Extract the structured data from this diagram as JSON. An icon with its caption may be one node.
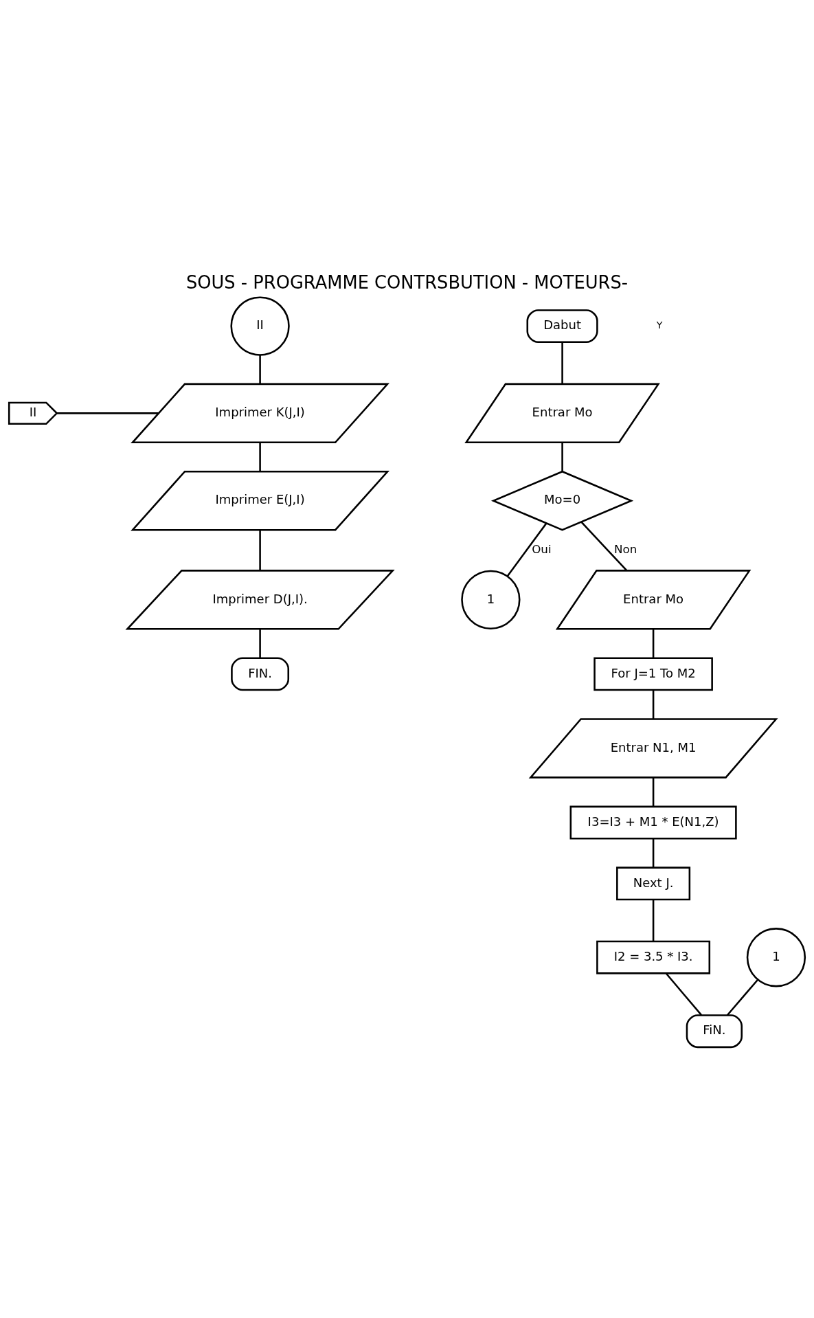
{
  "diagram": {
    "title": "SOUS - PROGRAMME CONTRSBUTION - MOTEURS-",
    "nodes": [
      {
        "text": [
          "II"
        ]
      },
      {
        "text": [
          "II"
        ]
      },
      {
        "text": [
          "Imprimer K(J,I)"
        ]
      },
      {
        "text": [
          "Imprimer E(J,I)"
        ]
      },
      {
        "text": [
          "Imprimer D(J,I)."
        ]
      },
      {
        "text": [
          "FIN."
        ]
      },
      {
        "text": [
          "Dabut"
        ]
      },
      {
        "text": [
          "Entrar Mo"
        ]
      },
      {
        "text": [
          "Mo=0"
        ]
      },
      {
        "text": [
          "1"
        ]
      },
      {
        "text": [
          "Entrar Mo"
        ]
      },
      {
        "text": [
          "For J=1 To M2"
        ]
      },
      {
        "text": [
          "Entrar N1, M1"
        ]
      },
      {
        "text": [
          "I3=I3 + M1 * E(N1,Z)"
        ]
      },
      {
        "text": [
          "Next J."
        ]
      },
      {
        "text": [
          "I2 = 3.5 * I3."
        ]
      },
      {
        "text": [
          "1"
        ]
      },
      {
        "text": [
          "FiN."
        ]
      }
    ],
    "edges": [
      {
        "from": 0,
        "to": 2,
        "arrow": "none"
      },
      {
        "from": 1,
        "to": 2,
        "arrow": "none"
      },
      {
        "from": 2,
        "to": 3,
        "arrow": "none"
      },
      {
        "from": 3,
        "to": 4,
        "arrow": "none"
      },
      {
        "from": 4,
        "to": 5,
        "arrow": "none"
      },
      {
        "from": 6,
        "to": 7,
        "arrow": "none"
      },
      {
        "from": 7,
        "to": 8,
        "arrow": "none"
      },
      {
        "from": 8,
        "to": 9,
        "label": "Oui",
        "arrow": "none"
      },
      {
        "from": 8,
        "to": 10,
        "label": "Non",
        "arrow": "none"
      },
      {
        "from": 10,
        "to": 11,
        "arrow": "none"
      },
      {
        "from": 11,
        "to": 12,
        "arrow": "none"
      },
      {
        "from": 12,
        "to": 13,
        "arrow": "none"
      },
      {
        "from": 13,
        "to": 14,
        "arrow": "none"
      },
      {
        "from": 14,
        "to": 15,
        "arrow": "none"
      },
      {
        "from": 16,
        "to": 17,
        "arrow": "none"
      },
      {
        "from": 15,
        "to": 17,
        "arrow": "none"
      }
    ],
    "labels": [
      "Y"
    ]
  }
}
